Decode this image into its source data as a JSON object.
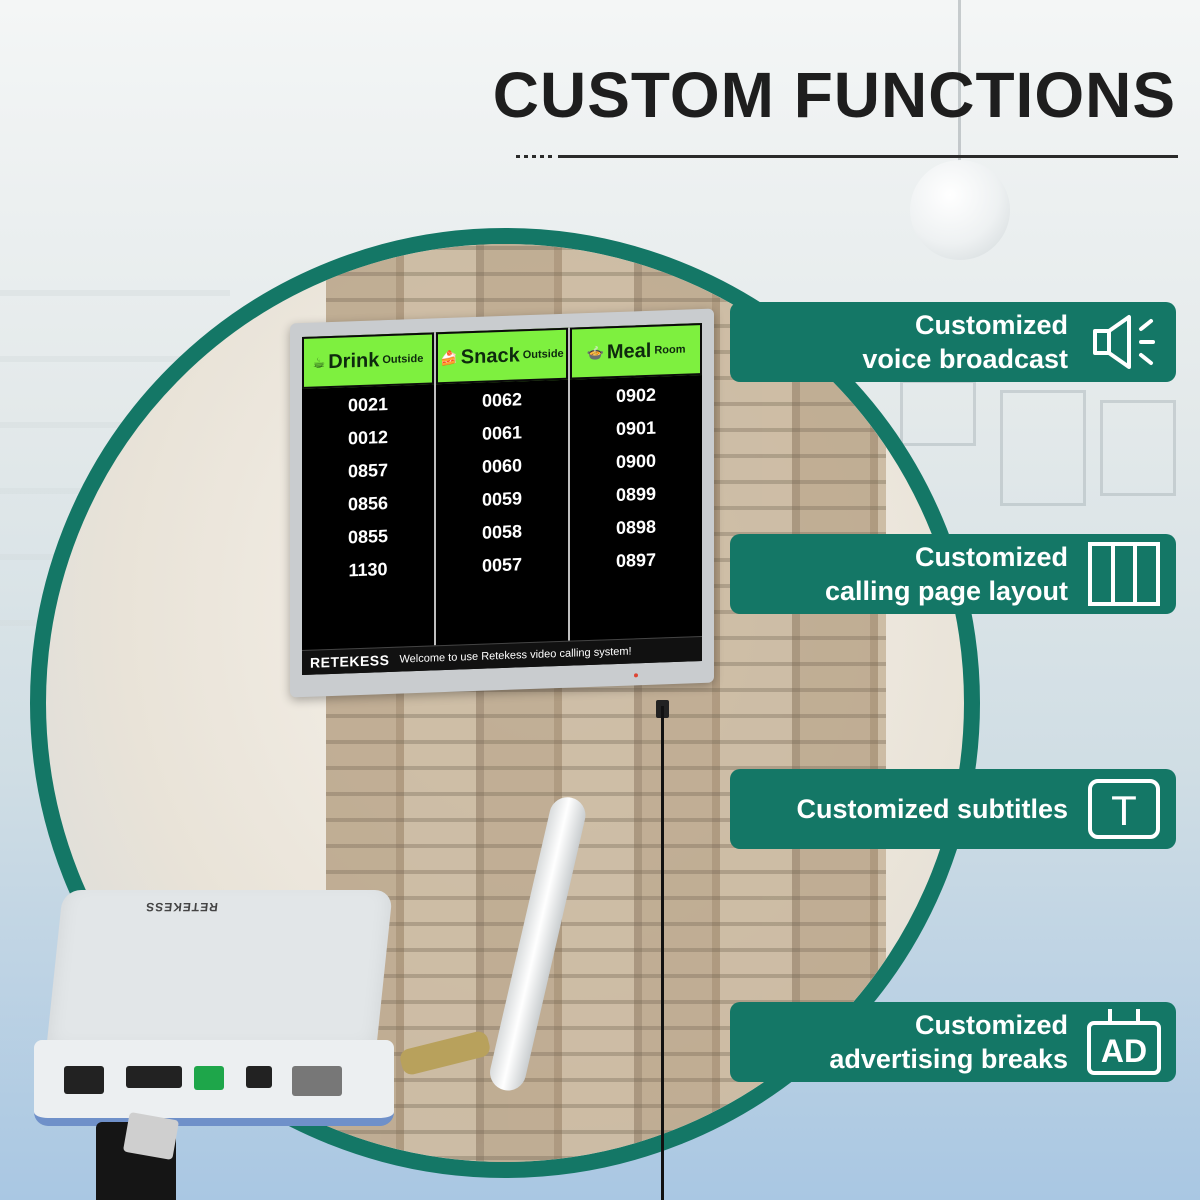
{
  "title": "CUSTOM FUNCTIONS",
  "display": {
    "columns": [
      {
        "name": "Drink",
        "suffix": "Outside",
        "numbers": [
          "0021",
          "0012",
          "0857",
          "0856",
          "0855",
          "1130"
        ]
      },
      {
        "name": "Snack",
        "suffix": "Outside",
        "numbers": [
          "0062",
          "0061",
          "0060",
          "0059",
          "0058",
          "0057"
        ]
      },
      {
        "name": "Meal",
        "suffix": "Room",
        "numbers": [
          "0902",
          "0901",
          "0900",
          "0899",
          "0898",
          "0897"
        ]
      }
    ],
    "logo": "RETEKESS",
    "marquee": "Welcome to use Retekess video calling system!"
  },
  "device": {
    "brand": "RETEKESS"
  },
  "features": [
    {
      "line1": "Customized",
      "line2": "voice broadcast",
      "icon": "speaker-icon"
    },
    {
      "line1": "Customized",
      "line2": "calling page layout",
      "icon": "layout-columns-icon"
    },
    {
      "line1": "Customized subtitles",
      "line2": "",
      "icon": "text-t-icon"
    },
    {
      "line1": "Customized",
      "line2": "advertising breaks",
      "icon": "ad-icon"
    }
  ],
  "ad_icon_text": "AD",
  "subtitle_icon_text": "T",
  "colors": {
    "accent": "#147766",
    "header_green": "#7ef03f",
    "title": "#1e1e1e"
  }
}
